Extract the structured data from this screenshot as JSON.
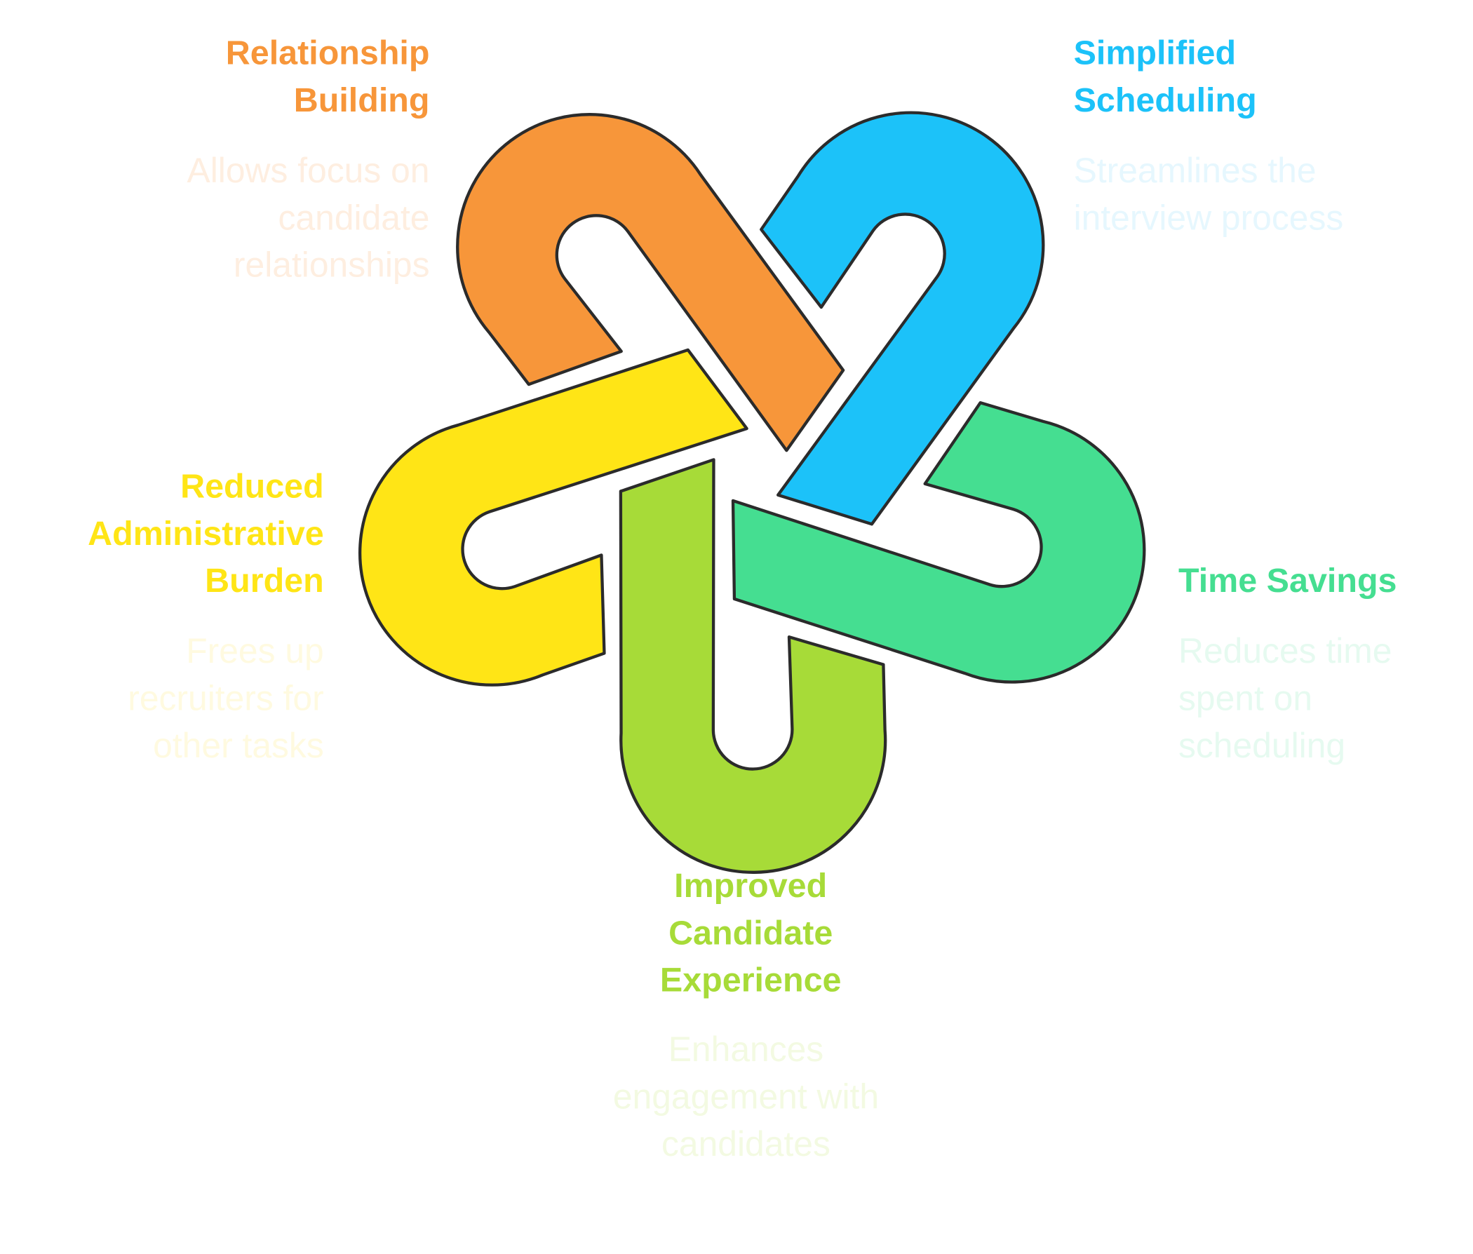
{
  "items": [
    {
      "title": [
        "Relationship",
        "Building"
      ],
      "description": [
        "Allows focus on",
        "candidate",
        "relationships"
      ],
      "color": "#F7963A",
      "tint": "#FEEEE0"
    },
    {
      "title": [
        "Simplified",
        "Scheduling"
      ],
      "description": [
        "Streamlines the",
        "interview process"
      ],
      "color": "#1CC2F9",
      "tint": "#E6F7FE"
    },
    {
      "title": [
        "Time Savings"
      ],
      "description": [
        "Reduces time",
        "spent on",
        "scheduling"
      ],
      "color": "#45DE91",
      "tint": "#E6FAF0"
    },
    {
      "title": [
        "Improved",
        "Candidate",
        "Experience"
      ],
      "description": [
        "Enhances",
        "engagement with",
        "candidates"
      ],
      "color": "#A7DB38",
      "tint": "#F3FAE2"
    },
    {
      "title": [
        "Reduced",
        "Administrative",
        "Burden"
      ],
      "description": [
        "Frees up",
        "recruiters for",
        "other tasks"
      ],
      "color": "#FFE516",
      "tint": "#FFFAE0"
    }
  ]
}
